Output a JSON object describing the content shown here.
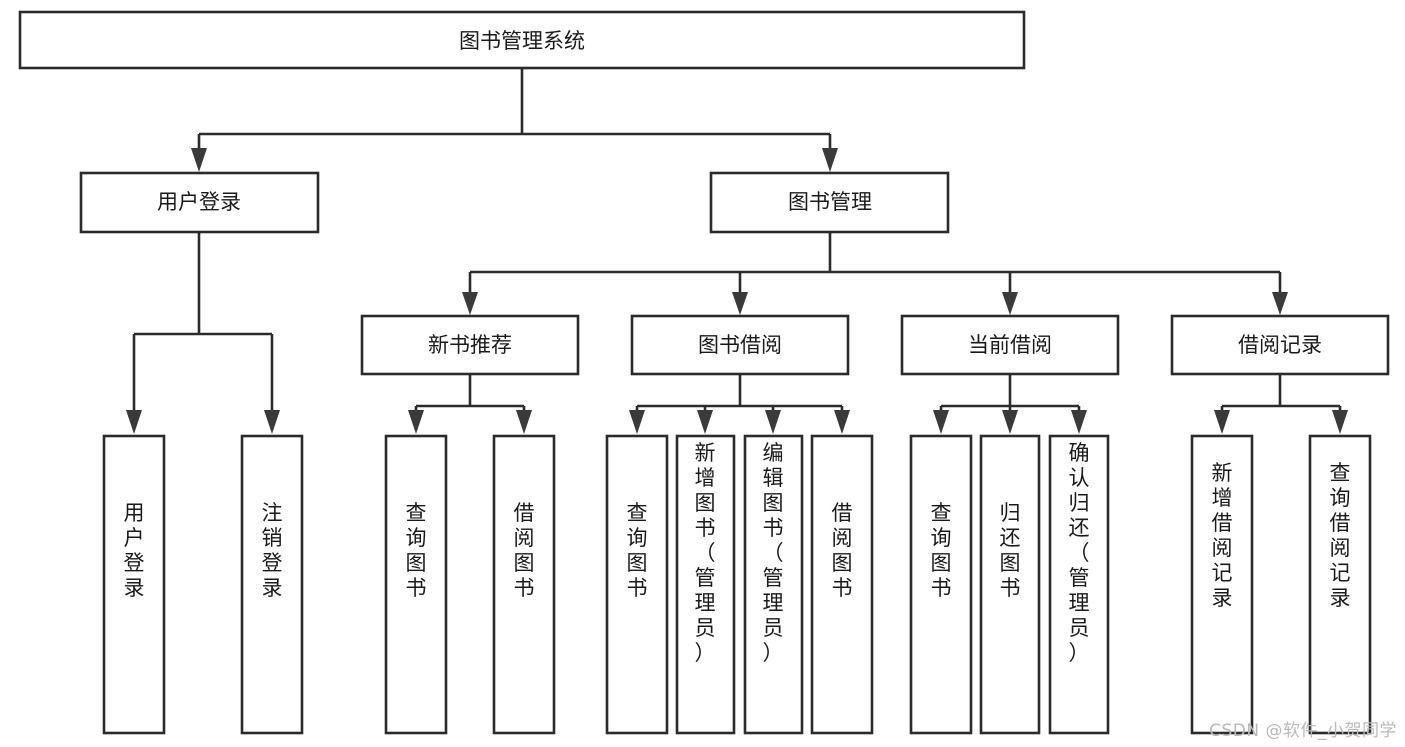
{
  "diagram": {
    "type": "tree",
    "title": "图书管理系统",
    "orientation": "top-down",
    "root": {
      "id": "root",
      "label": "图书管理系统",
      "level": 0
    },
    "level2": [
      {
        "id": "user-login",
        "label": "用户登录"
      },
      {
        "id": "book-manage",
        "label": "图书管理"
      }
    ],
    "level3": [
      {
        "id": "new-book-rec",
        "label": "新书推荐",
        "parent": "book-manage"
      },
      {
        "id": "book-borrow",
        "label": "图书借阅",
        "parent": "book-manage"
      },
      {
        "id": "current-borrow",
        "label": "当前借阅",
        "parent": "book-manage"
      },
      {
        "id": "borrow-record",
        "label": "借阅记录",
        "parent": "book-manage"
      }
    ],
    "leaves": [
      {
        "id": "leaf-user-login",
        "label": "用户登录",
        "parent": "user-login"
      },
      {
        "id": "leaf-logout",
        "label": "注销登录",
        "parent": "user-login"
      },
      {
        "id": "leaf-query-book-1",
        "label": "查询图书",
        "parent": "new-book-rec"
      },
      {
        "id": "leaf-borrow-book-1",
        "label": "借阅图书",
        "parent": "new-book-rec"
      },
      {
        "id": "leaf-query-book-2",
        "label": "查询图书",
        "parent": "book-borrow"
      },
      {
        "id": "leaf-add-book",
        "label": "新增图书（管理员）",
        "parent": "book-borrow"
      },
      {
        "id": "leaf-edit-book",
        "label": "编辑图书（管理员）",
        "parent": "book-borrow"
      },
      {
        "id": "leaf-borrow-book-2",
        "label": "借阅图书",
        "parent": "book-borrow"
      },
      {
        "id": "leaf-query-book-3",
        "label": "查询图书",
        "parent": "current-borrow"
      },
      {
        "id": "leaf-return-book",
        "label": "归还图书",
        "parent": "current-borrow"
      },
      {
        "id": "leaf-confirm-return",
        "label": "确认归还（管理员）",
        "parent": "current-borrow"
      },
      {
        "id": "leaf-add-record",
        "label": "新增借阅记录",
        "parent": "borrow-record"
      },
      {
        "id": "leaf-query-record",
        "label": "查询借阅记录",
        "parent": "borrow-record"
      }
    ],
    "colors": {
      "stroke": "#2b2b2b",
      "fill": "#ffffff",
      "text": "#1a1a1a",
      "arrow": "#3a3a3a",
      "watermark": "#b9b9b9"
    }
  },
  "watermark": {
    "text": "CSDN @软件_小贺同学"
  }
}
